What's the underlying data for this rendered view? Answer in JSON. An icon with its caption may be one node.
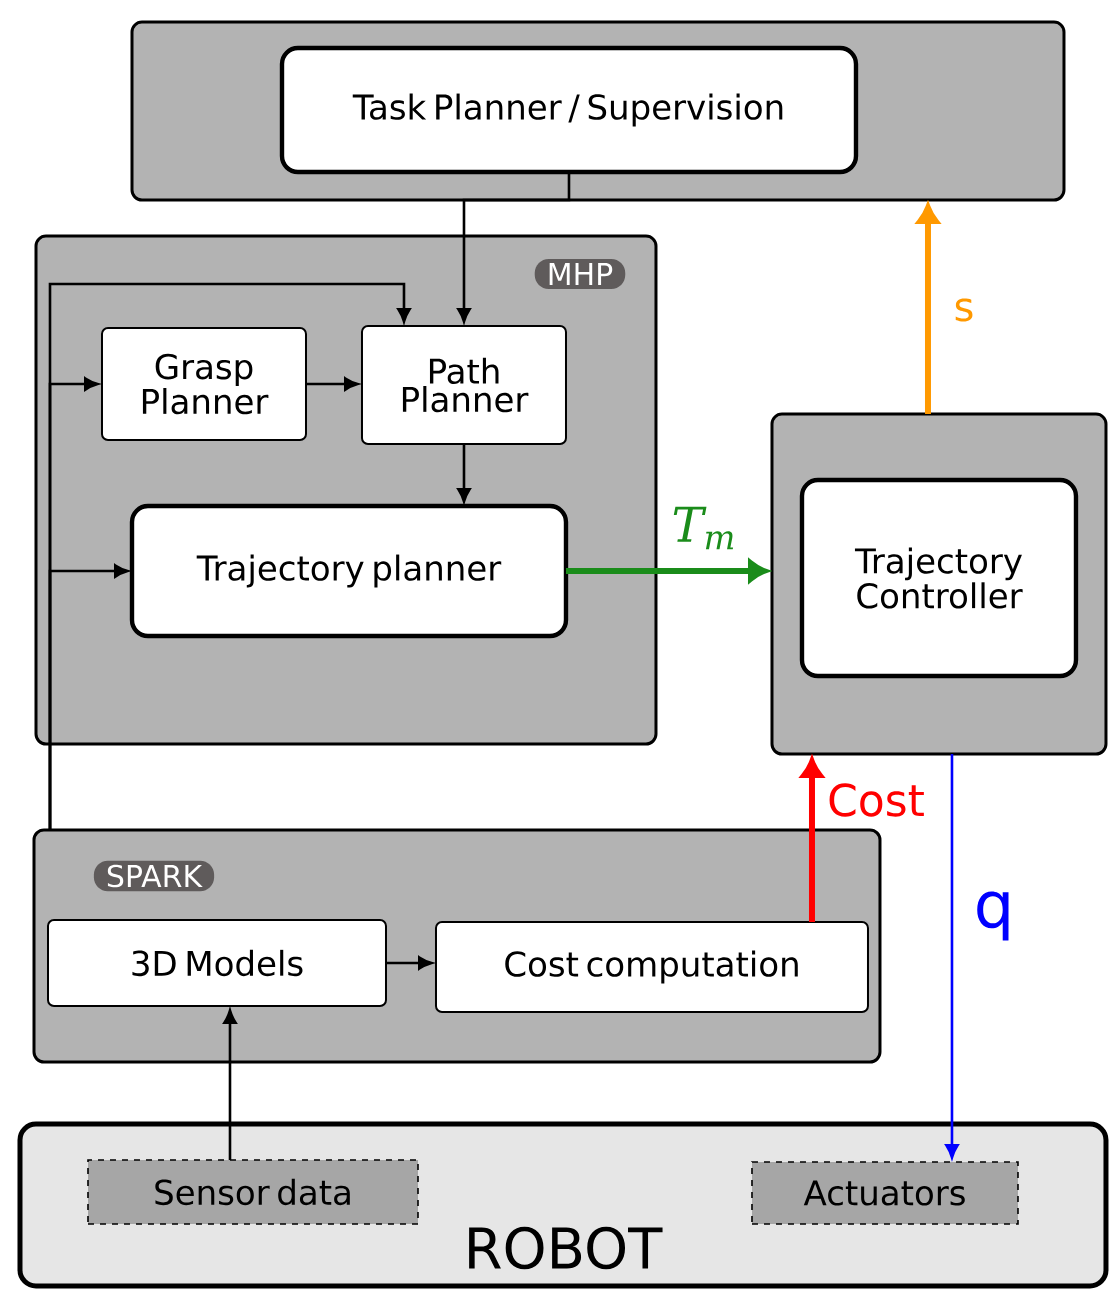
{
  "diagram": {
    "nodes": [
      {
        "text": [],
        "shape": "box"
      },
      {
        "text": [
          "Task Planner / Supervision"
        ],
        "in": 0
      },
      {
        "text": [
          "MHP"
        ]
      },
      {
        "text": [
          "Grasp Planner"
        ],
        "in": 2
      },
      {
        "text": [
          "Path Planner"
        ],
        "in": 2
      },
      {
        "text": [
          "Trajectory planner"
        ],
        "in": 2
      },
      {
        "text": [],
        "shape": "box"
      },
      {
        "text": [
          "Trajectory Controller"
        ],
        "in": 6
      },
      {
        "text": [
          "SPARK"
        ]
      },
      {
        "text": [
          "3D Models"
        ],
        "in": 8
      },
      {
        "text": [
          "Cost computation"
        ],
        "in": 8
      },
      {
        "text": [
          "ROBOT"
        ]
      },
      {
        "text": [
          "Sensor data"
        ],
        "in": 11
      },
      {
        "text": [
          "Actuators"
        ],
        "in": 11
      }
    ],
    "edges": [
      {
        "from": 1,
        "to": 4,
        "arrow": "to"
      },
      {
        "from": 3,
        "to": 4,
        "arrow": "to"
      },
      {
        "from": 4,
        "to": 5,
        "arrow": "to"
      },
      {
        "from": 5,
        "to": 6,
        "arrow": "to",
        "label": "T$_{m}$",
        "style": "thick",
        "color": "#1a8c1a"
      },
      {
        "from": 6,
        "to": 0,
        "arrow": "to",
        "label": "s",
        "style": "thick",
        "color": "#ff9900"
      },
      {
        "from": 10,
        "to": 6,
        "arrow": "to",
        "label": "Cost",
        "style": "thick",
        "color": "#ff0000"
      },
      {
        "from": 6,
        "to": 13,
        "arrow": "to",
        "label": "q",
        "color": "#0000ff"
      },
      {
        "from": 9,
        "to": 10,
        "arrow": "to"
      },
      {
        "from": 12,
        "to": 9,
        "arrow": "to"
      },
      {
        "from": 8,
        "to": 3,
        "arrow": "to"
      },
      {
        "from": 8,
        "to": 5,
        "arrow": "to"
      },
      {
        "from": 8,
        "to": 4,
        "arrow": "to"
      }
    ]
  }
}
